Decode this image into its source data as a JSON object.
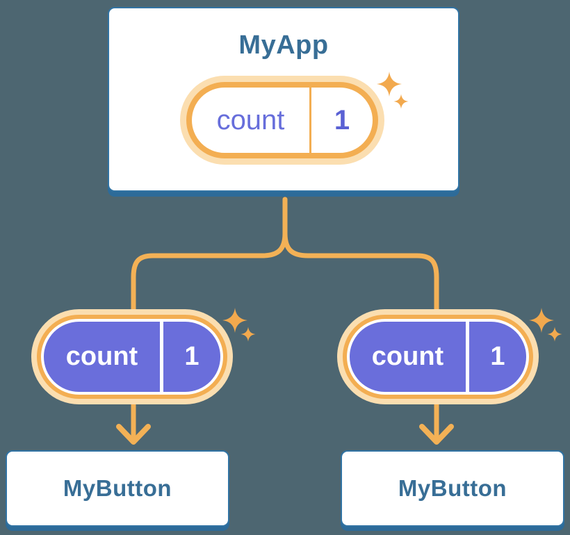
{
  "colors": {
    "background": "#4d6671",
    "card_border": "#3173a3",
    "card_shadow": "#2d6b99",
    "card_background": "#ffffff",
    "heading_text": "#386e96",
    "connector_orange": "#f3b156",
    "pill_ring_orange": "#f3ae52",
    "pill_halo_orange": "#fbdeb0",
    "pill_purple": "#6a6edb",
    "pill_label_purple": "#676edb",
    "pill_value_purple": "#5a61d4",
    "sparkle_orange": "#f2a94e"
  },
  "icons": {
    "sparkle": "four-point-star",
    "arrow": "chevron-down-arrow"
  },
  "diagram": {
    "root": {
      "title": "MyApp",
      "pill": {
        "label": "count",
        "value": "1"
      }
    },
    "children": [
      {
        "title": "MyButton",
        "pill": {
          "label": "count",
          "value": "1"
        }
      },
      {
        "title": "MyButton",
        "pill": {
          "label": "count",
          "value": "1"
        }
      }
    ]
  }
}
